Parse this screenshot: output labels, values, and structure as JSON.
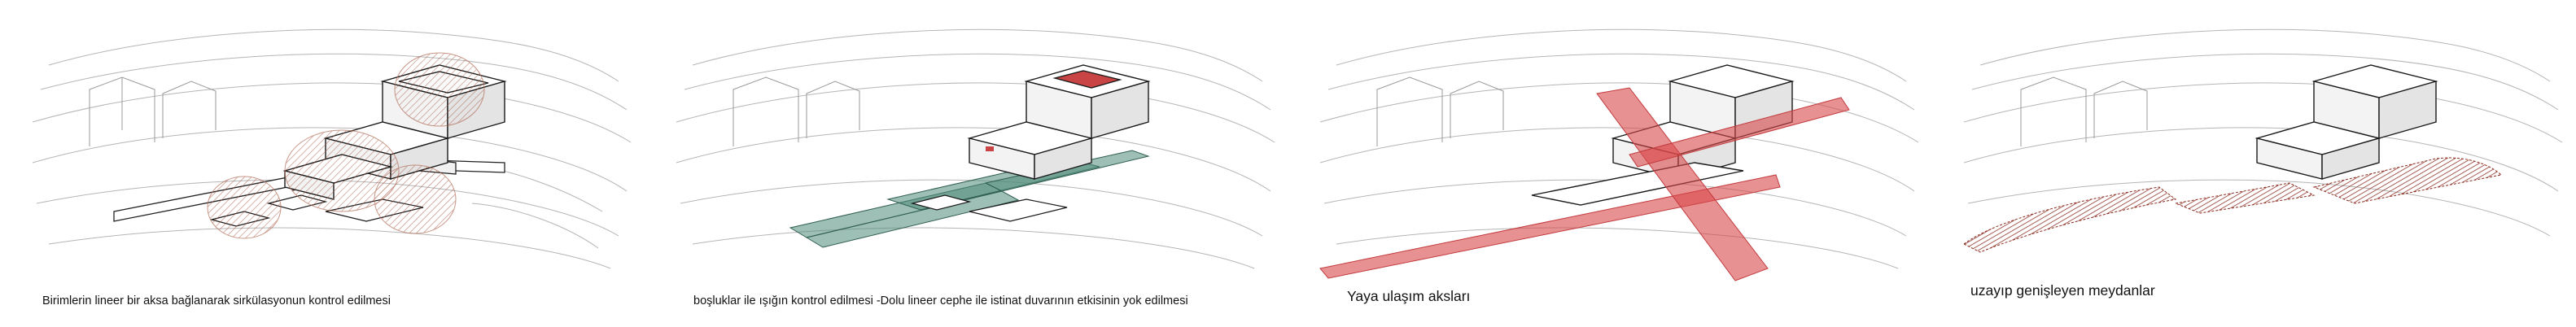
{
  "panels": [
    {
      "caption": "Birimlerin lineer bir aksa bağlanarak sirkülasyonun kontrol edilmesi",
      "overlay": "circles",
      "overlay_color": "#b06a55"
    },
    {
      "caption": "boşluklar ile ışığın kontrol edilmesi -Dolu lineer cephe ile istinat duvarının etkisinin yok edilmesi",
      "overlay": "green-platforms",
      "overlay_color": "#4f8a78"
    },
    {
      "caption": "Yaya ulaşım aksları",
      "overlay": "red-axes",
      "overlay_color": "#d9474a"
    },
    {
      "caption": "uzayıp genişleyen meydanlar",
      "overlay": "hatched-plazas",
      "overlay_color": "#8a2a1e"
    }
  ]
}
